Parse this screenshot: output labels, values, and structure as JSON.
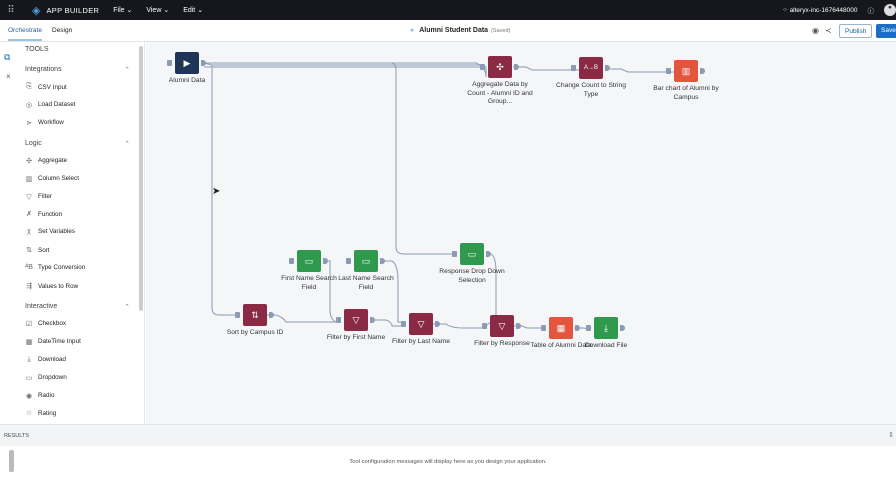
{
  "topbar": {
    "app_name": "APP BUILDER",
    "menus": [
      "File",
      "View",
      "Edit"
    ],
    "workspace": "alteryx-inc-1676448000"
  },
  "subbar": {
    "tabs": [
      "Orchestrate",
      "Design"
    ],
    "title": "Alumni Student Data",
    "status": "(Saved)",
    "publish": "Publish",
    "save": "Save"
  },
  "sidebar": {
    "header": "TOOLS",
    "sections": [
      {
        "title": "Integrations",
        "items": [
          "CSV Input",
          "Load Dataset",
          "Workflow"
        ]
      },
      {
        "title": "Logic",
        "items": [
          "Aggregate",
          "Column Select",
          "Filter",
          "Function",
          "Set Variables",
          "Sort",
          "Type Conversion",
          "Values to Row"
        ]
      },
      {
        "title": "Interactive",
        "items": [
          "Checkbox",
          "DateTime Input",
          "Download",
          "Dropdown",
          "Radio",
          "Rating"
        ]
      }
    ]
  },
  "nodes": [
    {
      "label": "Alumni Data",
      "color": "#1e3557",
      "icon": "▶"
    },
    {
      "label": "Aggregate Data by Count - Alumni ID and Group...",
      "color": "#8a2a45",
      "icon": "✣"
    },
    {
      "label": "Change Count to String Type",
      "color": "#8a2a45",
      "icon": "A→B"
    },
    {
      "label": "Bar chart of Alumni by Campus",
      "color": "#e4553e",
      "icon": "▥"
    },
    {
      "label": "First Name Search Field",
      "color": "#2f9a4e",
      "icon": "▭"
    },
    {
      "label": "Last Name Search Field",
      "color": "#2f9a4e",
      "icon": "▭"
    },
    {
      "label": "Response Drop Down Selection",
      "color": "#2f9a4e",
      "icon": "▭"
    },
    {
      "label": "Sort by Campus ID",
      "color": "#8a2a45",
      "icon": "⇅"
    },
    {
      "label": "Filter by First Name",
      "color": "#8a2a45",
      "icon": "▽"
    },
    {
      "label": "Filter by Last Name",
      "color": "#8a2a45",
      "icon": "▽"
    },
    {
      "label": "Filter by Response",
      "color": "#8a2a45",
      "icon": "▽"
    },
    {
      "label": "Table of Alumni Data",
      "color": "#e4553e",
      "icon": "▦"
    },
    {
      "label": "Download File",
      "color": "#2f9a4e",
      "icon": "⤓"
    }
  ],
  "results": {
    "header": "RESULTS",
    "message": "Tool configuration messages will display here as you design your application."
  }
}
